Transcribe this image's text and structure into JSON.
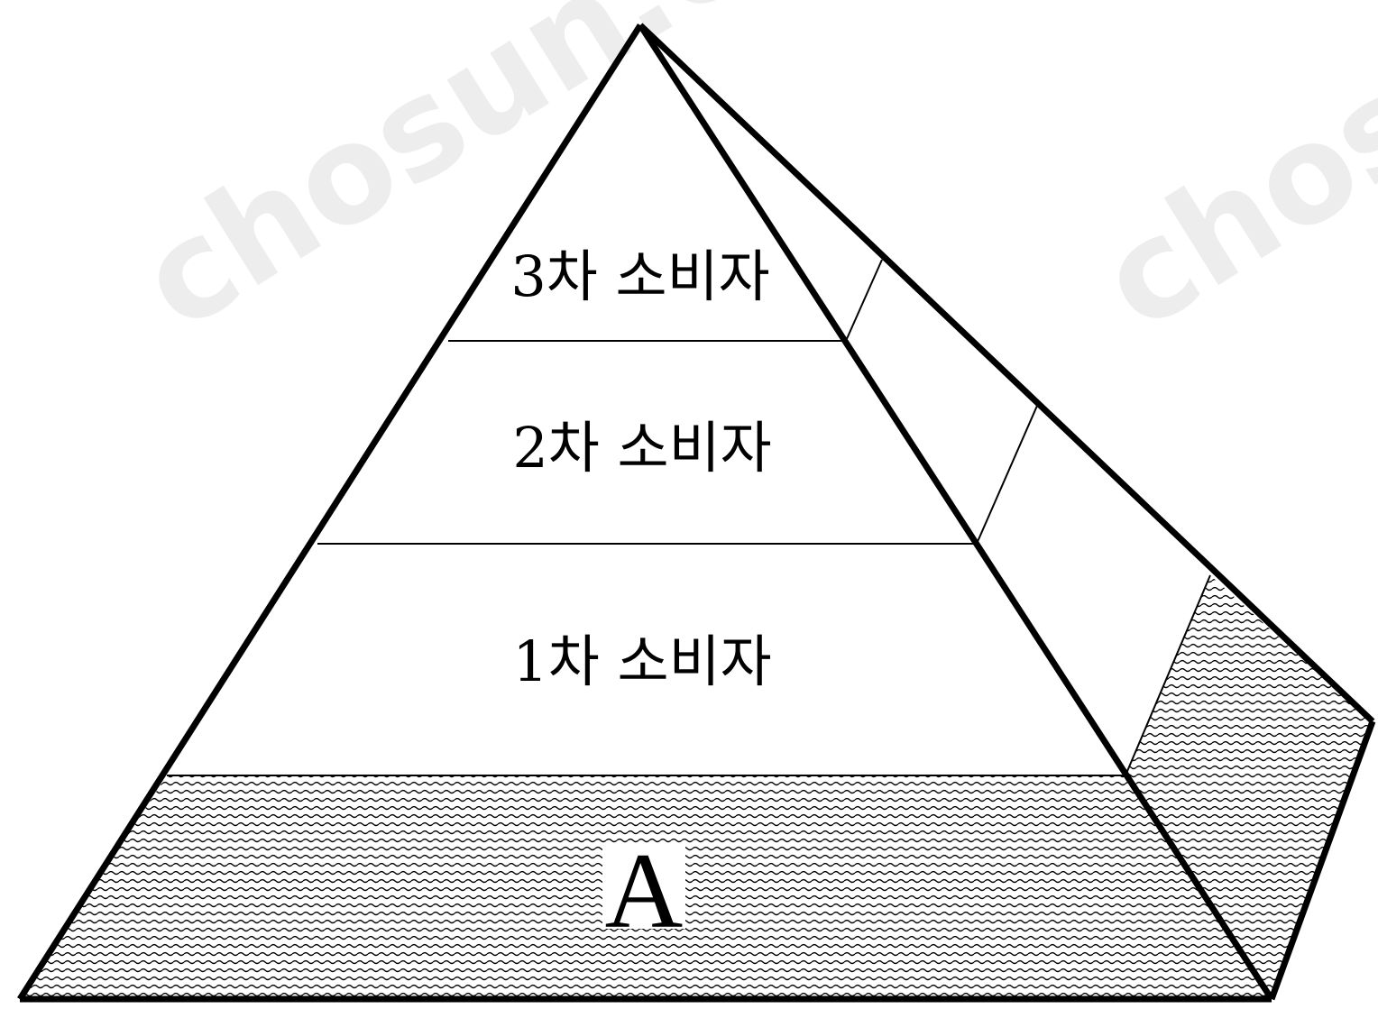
{
  "diagram": {
    "levels": [
      {
        "id": "level-3",
        "label": "3차 소비자"
      },
      {
        "id": "level-2",
        "label": "2차 소비자"
      },
      {
        "id": "level-1",
        "label": "1차 소비자"
      },
      {
        "id": "level-base",
        "label": "A"
      }
    ],
    "watermark": "chosun.com"
  },
  "colors": {
    "stroke": "#000000",
    "background": "#ffffff",
    "hatch": "#000000"
  }
}
